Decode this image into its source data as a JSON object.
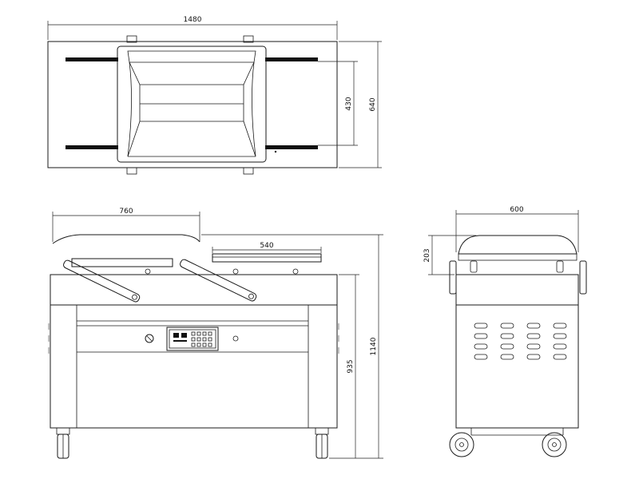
{
  "dimensions": {
    "top_width": "1480",
    "top_depth": "640",
    "top_chamber": "430",
    "front_lid": "760",
    "front_chamber": "540",
    "front_height": "1140",
    "front_table_height": "935",
    "side_depth": "600",
    "side_lid": "203"
  }
}
